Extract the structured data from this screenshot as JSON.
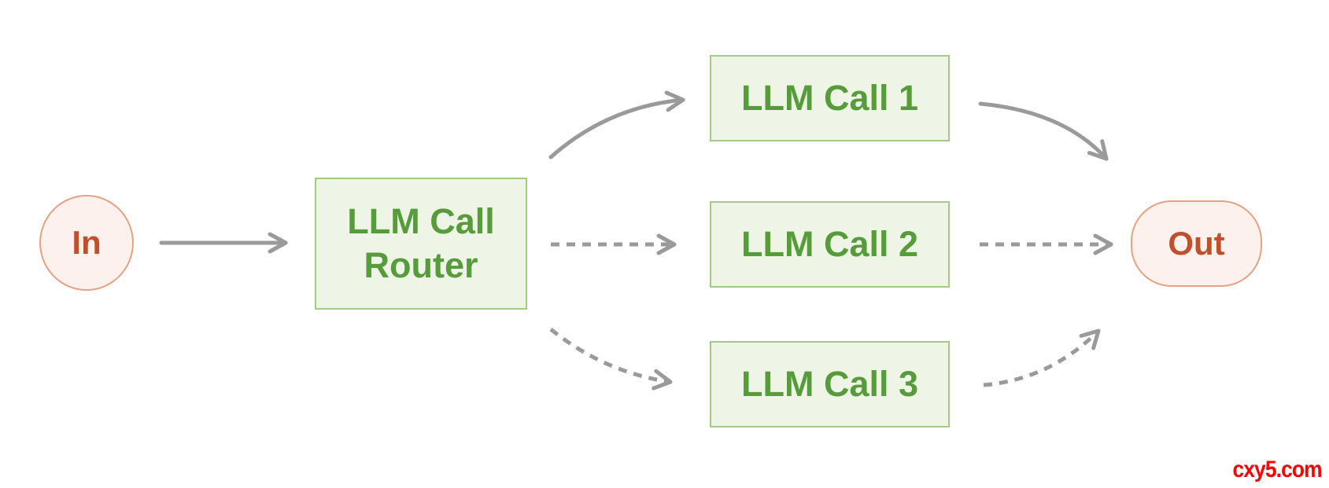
{
  "diagram": {
    "type": "flow-diagram",
    "nodes": {
      "input": {
        "label": "In"
      },
      "router": {
        "label": "LLM Call Router",
        "lines": [
          "LLM Call",
          "Router"
        ]
      },
      "call1": {
        "label": "LLM Call 1"
      },
      "call2": {
        "label": "LLM Call 2"
      },
      "call3": {
        "label": "LLM Call 3"
      },
      "output": {
        "label": "Out"
      }
    },
    "edges": [
      {
        "from": "In",
        "to": "LLM Call Router",
        "style": "solid"
      },
      {
        "from": "LLM Call Router",
        "to": "LLM Call 1",
        "style": "solid"
      },
      {
        "from": "LLM Call Router",
        "to": "LLM Call 2",
        "style": "dashed"
      },
      {
        "from": "LLM Call Router",
        "to": "LLM Call 3",
        "style": "dashed"
      },
      {
        "from": "LLM Call 1",
        "to": "Out",
        "style": "solid"
      },
      {
        "from": "LLM Call 2",
        "to": "Out",
        "style": "dashed"
      },
      {
        "from": "LLM Call 3",
        "to": "Out",
        "style": "dashed"
      }
    ],
    "colors": {
      "background": "#ffffff",
      "box_fill": "#eef5e6",
      "box_border": "#a3cb85",
      "box_text": "#569c3b",
      "node_fill": "#fcf1ed",
      "node_border": "#e6a183",
      "node_text": "#c0502c",
      "arrow": "#9a9a9a",
      "watermark_red": "#fe0000"
    },
    "watermark": "cxy5.com"
  }
}
